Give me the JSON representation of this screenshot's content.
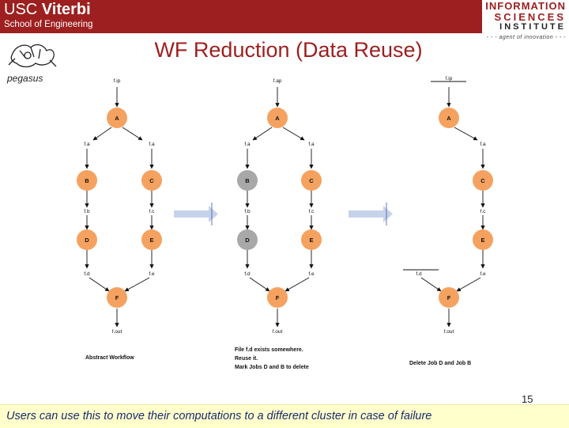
{
  "header": {
    "usc_line1_a": "USC ",
    "usc_line1_b": "Viterbi",
    "usc_line2": "School of Engineering",
    "isi_line1": "INFORMATION",
    "isi_line2": "SCIENCES",
    "isi_line3": "INSTITUTE",
    "isi_tagline": "- - - agent of innovation - - -",
    "pegasus_text": "pegasus"
  },
  "slide": {
    "title": "WF Reduction (Data Reuse)",
    "page_number": "15",
    "footer_text": "Users can use this to move their computations to a different cluster in case of failure"
  },
  "colors": {
    "brand_red": "#9d1f1f",
    "job_orange": "#f5a260",
    "job_grey": "#a8a8a8",
    "arrow_blue": "#c5d3ea",
    "footer_bg": "#ffffcc"
  },
  "diagrams": [
    {
      "files": {
        "in": "f.ip",
        "a": "f.a",
        "a2": "f.a",
        "b": "f.b",
        "c": "f.c",
        "d": "f.d",
        "e": "f.e",
        "out": "f.out"
      },
      "jobs": {
        "A": "A",
        "B": "B",
        "C": "C",
        "D": "D",
        "E": "E",
        "F": "F"
      },
      "caption": [
        "Abstract Workflow"
      ]
    },
    {
      "files": {
        "in": "f.ap",
        "a": "f.a",
        "a2": "f.a",
        "b": "f.b",
        "c": "f.c",
        "d": "f.d",
        "e": "f.e",
        "out": "f.out"
      },
      "jobs": {
        "A": "A",
        "B": "B",
        "C": "C",
        "D": "D",
        "E": "E",
        "F": "F"
      },
      "caption": [
        "File f.d exists somewhere.",
        "Reuse it.",
        "Mark Jobs D and B to delete"
      ]
    },
    {
      "files": {
        "in": "f.ip",
        "a2": "f.a",
        "c": "f.c",
        "d": "f.d",
        "e": "f.e",
        "out": "f.out"
      },
      "jobs": {
        "A": "A",
        "C": "C",
        "E": "E",
        "F": "F"
      },
      "caption": [
        "Delete Job D and Job B"
      ]
    }
  ]
}
